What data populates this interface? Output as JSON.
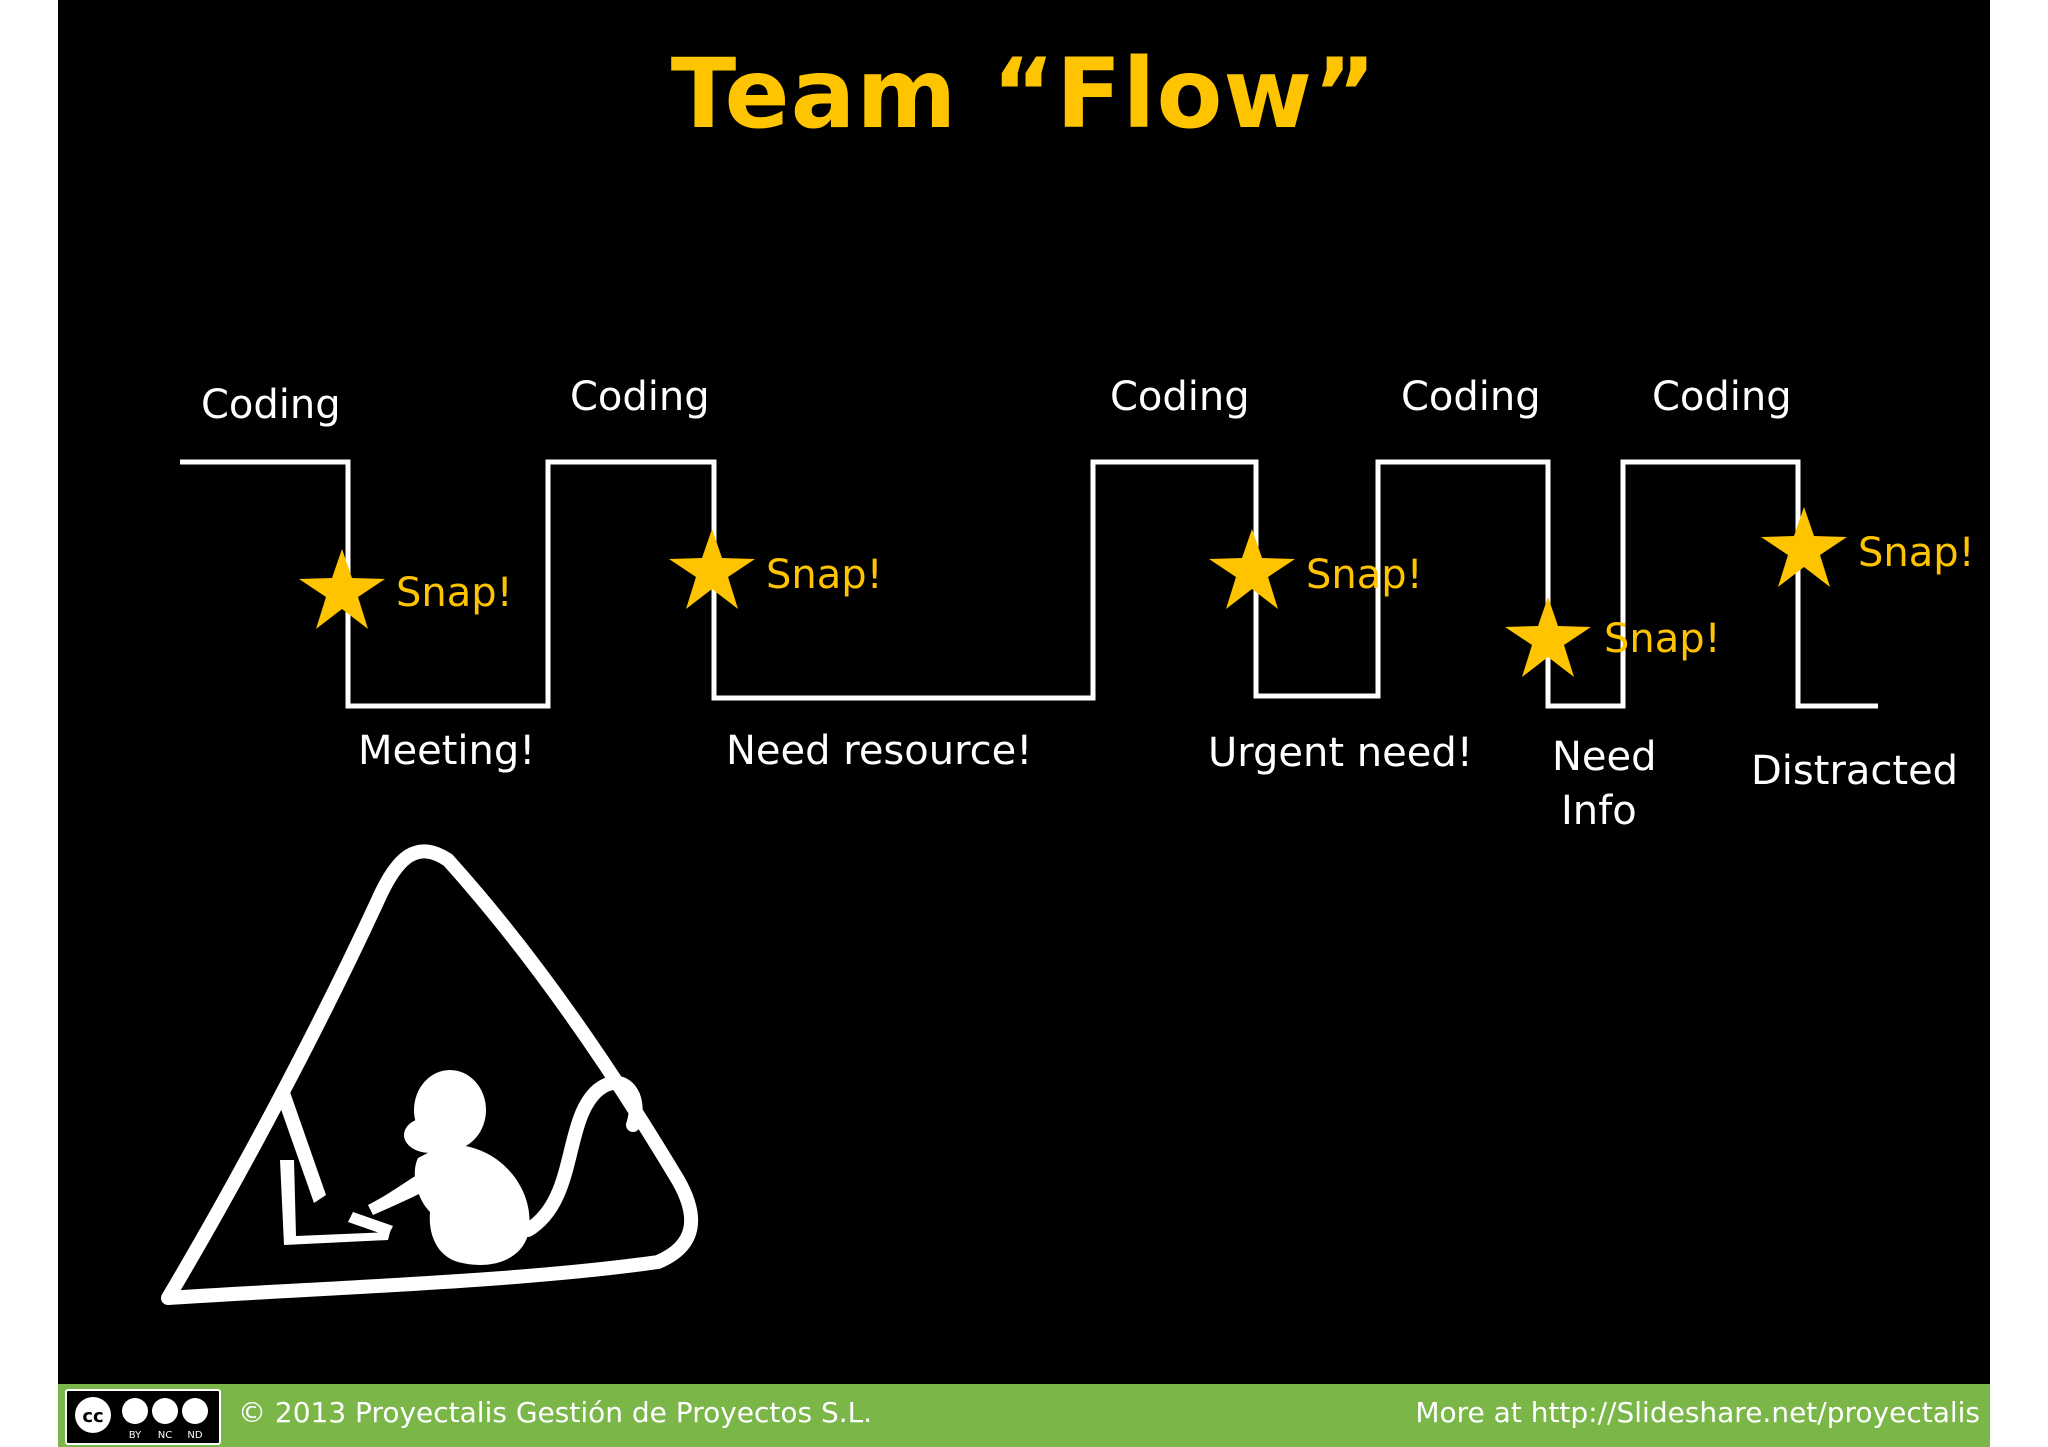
{
  "slide": {
    "title": "Team “Flow”"
  },
  "diagram": {
    "coding_labels": [
      "Coding",
      "Coding",
      "Coding",
      "Coding",
      "Coding"
    ],
    "interruptions": [
      "Meeting!",
      "Need resource!",
      "Urgent need!",
      "Need",
      "Info",
      "Distracted"
    ],
    "snap_labels": [
      "Snap!",
      "Snap!",
      "Snap!",
      "Snap!",
      "Snap!"
    ],
    "colors": {
      "accent": "#ffc400",
      "line": "#ffffff",
      "background": "#000000"
    },
    "icon": "monkey-at-computer-warning-sign-icon"
  },
  "footer": {
    "license_icon": "creative-commons-by-nc-nd-icon",
    "license_badges": [
      "BY",
      "NC",
      "ND"
    ],
    "copyright": "© 2013 Proyectalis Gestión de Proyectos S.L.",
    "more": "More at http://Slideshare.net/proyectalis",
    "color": "#7ab648"
  }
}
